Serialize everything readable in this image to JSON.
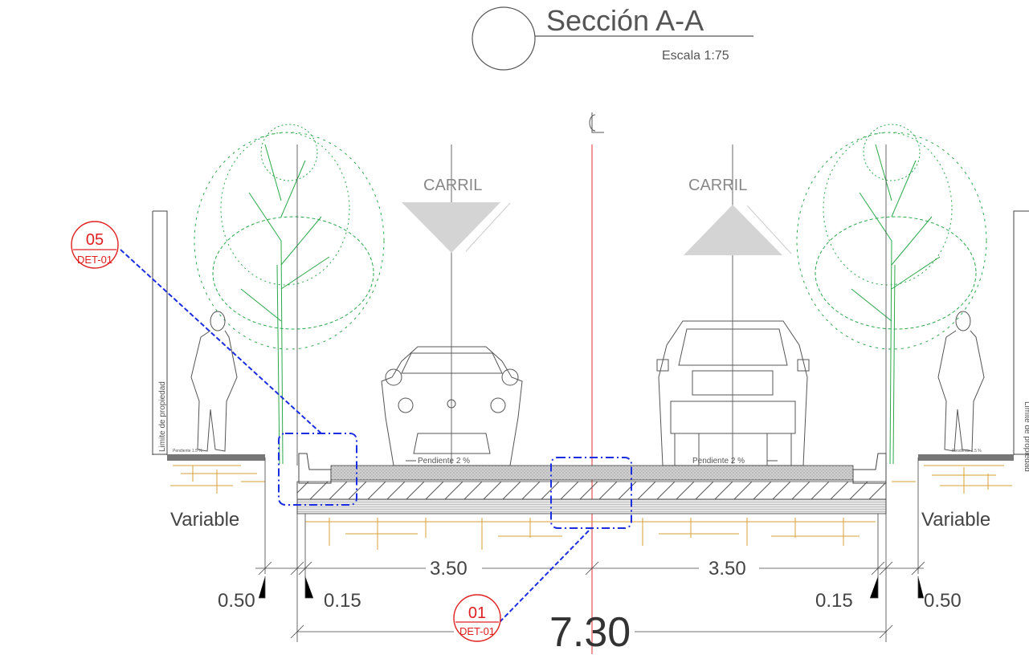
{
  "title": {
    "main": "Sección A-A",
    "scale": "Escala 1:75",
    "centerline_symbol": "CL"
  },
  "lanes": [
    {
      "label": "CARRIL",
      "direction": "down"
    },
    {
      "label": "CARRIL",
      "direction": "up"
    }
  ],
  "slopes": {
    "left_road": "Pendiente 2 %",
    "right_road": "Pendiente 2 %",
    "left_sidewalk": "Pendiente 1.5 %",
    "right_sidewalk": "Pendiente 1.5 %"
  },
  "property_limit": {
    "left": "Limite de propiedad",
    "right": "Limite de propiedad"
  },
  "variable_labels": {
    "left": "Variable",
    "right": "Variable"
  },
  "dimensions": {
    "left_outer": "0.50",
    "left_curb": "0.15",
    "left_lane": "3.50",
    "right_lane": "3.50",
    "right_curb": "0.15",
    "right_outer": "0.50",
    "total": "7.30"
  },
  "callouts": [
    {
      "number": "05",
      "sheet": "DET-01"
    },
    {
      "number": "01",
      "sheet": "DET-01"
    }
  ],
  "colors": {
    "line": "#444444",
    "centerline": "#e03030",
    "tree": "#2aa84a",
    "soil": "#d9a23a",
    "callout": "#e02020",
    "detail_box": "#1a2de0",
    "arrow_fill": "#d4d4d4"
  }
}
